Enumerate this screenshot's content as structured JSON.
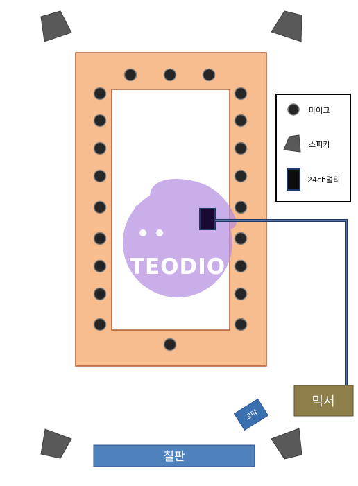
{
  "legend": {
    "items": [
      {
        "label": "마이크",
        "icon": "microphone-icon"
      },
      {
        "label": "스피커",
        "icon": "speaker-icon"
      },
      {
        "label": "24ch멀티",
        "icon": "multibox-icon"
      }
    ]
  },
  "mixer": {
    "label": "믹서"
  },
  "board": {
    "label": "칠판"
  },
  "podium": {
    "label": "교탁"
  },
  "watermark": {
    "text": "TEODIO"
  },
  "colors": {
    "table": "#f8bd8e",
    "table_border": "#b05a2e",
    "mic": "#262626",
    "speaker": "#595959",
    "multibox": "#1a0a33",
    "cable": "#1f3864",
    "mixer": "#8e7f4a",
    "board": "#4f81bd",
    "podium": "#3a6fb0",
    "watermark": "#b58ce0"
  }
}
